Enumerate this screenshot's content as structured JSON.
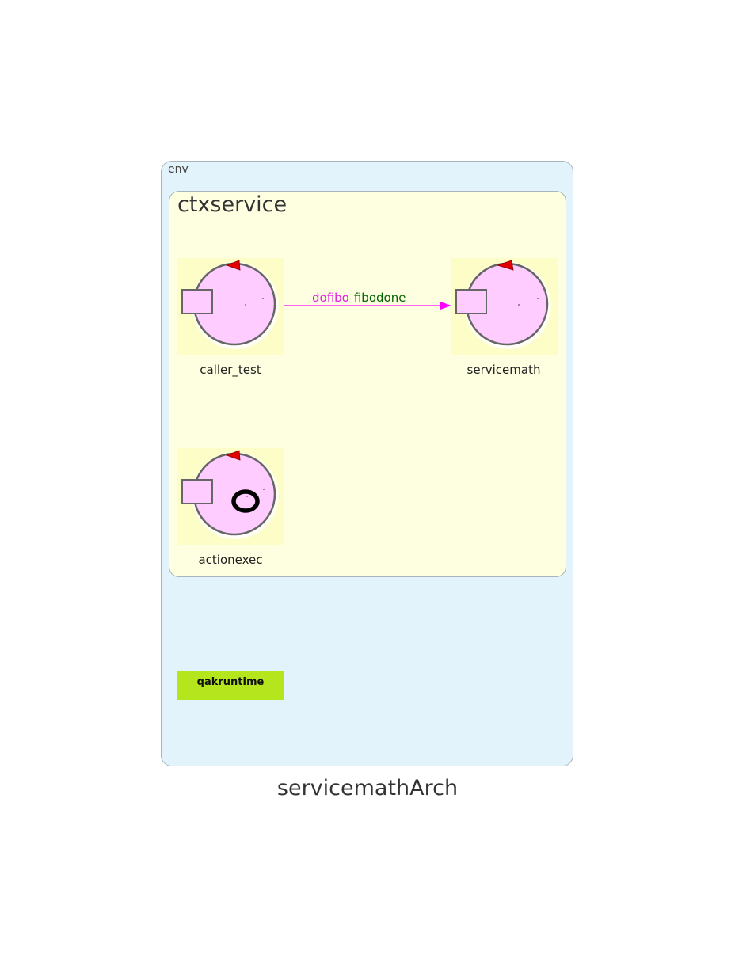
{
  "diagram": {
    "title": "servicemathArch",
    "environment": {
      "label": "env",
      "runtime_label": "qakruntime",
      "colors": {
        "env_bg": "#e3f3fb",
        "runtime_bg": "#b5e51d"
      }
    },
    "context": {
      "label": "ctxservice",
      "color": "#fefee0",
      "actors": [
        {
          "name": "caller_test",
          "icon": "actor-icon"
        },
        {
          "name": "servicemath",
          "icon": "actor-icon"
        },
        {
          "name": "actionexec",
          "icon": "actor-icon-with-ring"
        }
      ]
    },
    "edges": [
      {
        "from": "caller_test",
        "to": "servicemath",
        "messages": [
          {
            "text": "dofibo",
            "color": "#e020e0"
          },
          {
            "text": "fibodone",
            "color": "#006400"
          }
        ]
      }
    ]
  }
}
